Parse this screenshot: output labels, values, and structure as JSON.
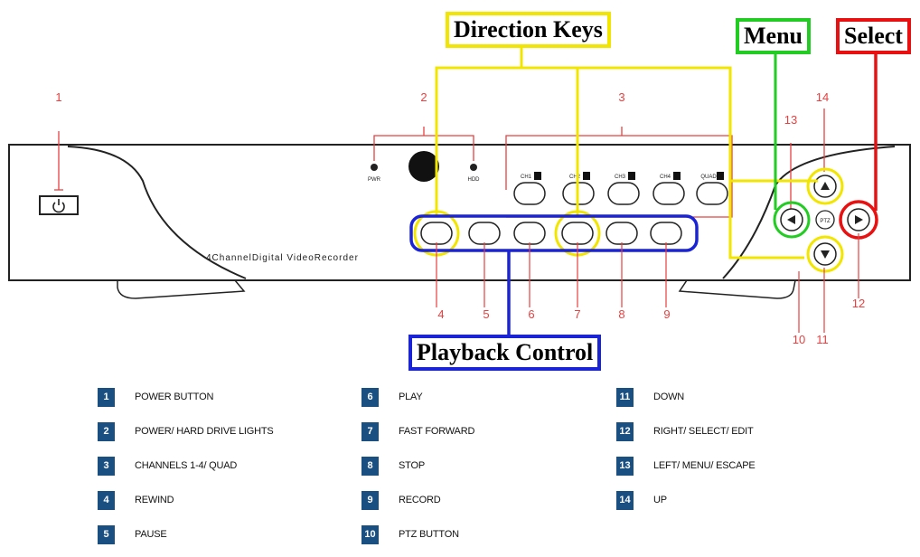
{
  "callouts": {
    "direction_keys": "Direction Keys",
    "menu": "Menu",
    "select": "Select",
    "playback_control": "Playback Control"
  },
  "device": {
    "model_text": "4ChannelDigital VideoRecorder",
    "led_labels": [
      "PWR",
      "HDD"
    ],
    "channel_labels": [
      "CH1",
      "CH2",
      "CH3",
      "CH4",
      "QUAD"
    ],
    "ptz_label": "PTZ"
  },
  "markers": [
    "1",
    "2",
    "3",
    "4",
    "5",
    "6",
    "7",
    "8",
    "9",
    "10",
    "11",
    "12",
    "13",
    "14"
  ],
  "legend": [
    {
      "num": "1",
      "text": "POWER BUTTON"
    },
    {
      "num": "2",
      "text": "POWER/ HARD DRIVE LIGHTS"
    },
    {
      "num": "3",
      "text": "CHANNELS 1-4/ QUAD"
    },
    {
      "num": "4",
      "text": "REWIND"
    },
    {
      "num": "5",
      "text": "PAUSE"
    },
    {
      "num": "6",
      "text": "PLAY"
    },
    {
      "num": "7",
      "text": "FAST FORWARD"
    },
    {
      "num": "8",
      "text": "STOP"
    },
    {
      "num": "9",
      "text": "RECORD"
    },
    {
      "num": "10",
      "text": "PTZ BUTTON"
    },
    {
      "num": "11",
      "text": "DOWN"
    },
    {
      "num": "12",
      "text": "RIGHT/ SELECT/ EDIT"
    },
    {
      "num": "13",
      "text": "LEFT/ MENU/ ESCAPE"
    },
    {
      "num": "14",
      "text": "UP"
    }
  ],
  "colors": {
    "direction_keys": "#f2e600",
    "menu": "#22cc22",
    "select": "#e81010",
    "playback_control": "#1a24d6",
    "marker": "#e84040",
    "legend_badge": "#1a4f82"
  }
}
